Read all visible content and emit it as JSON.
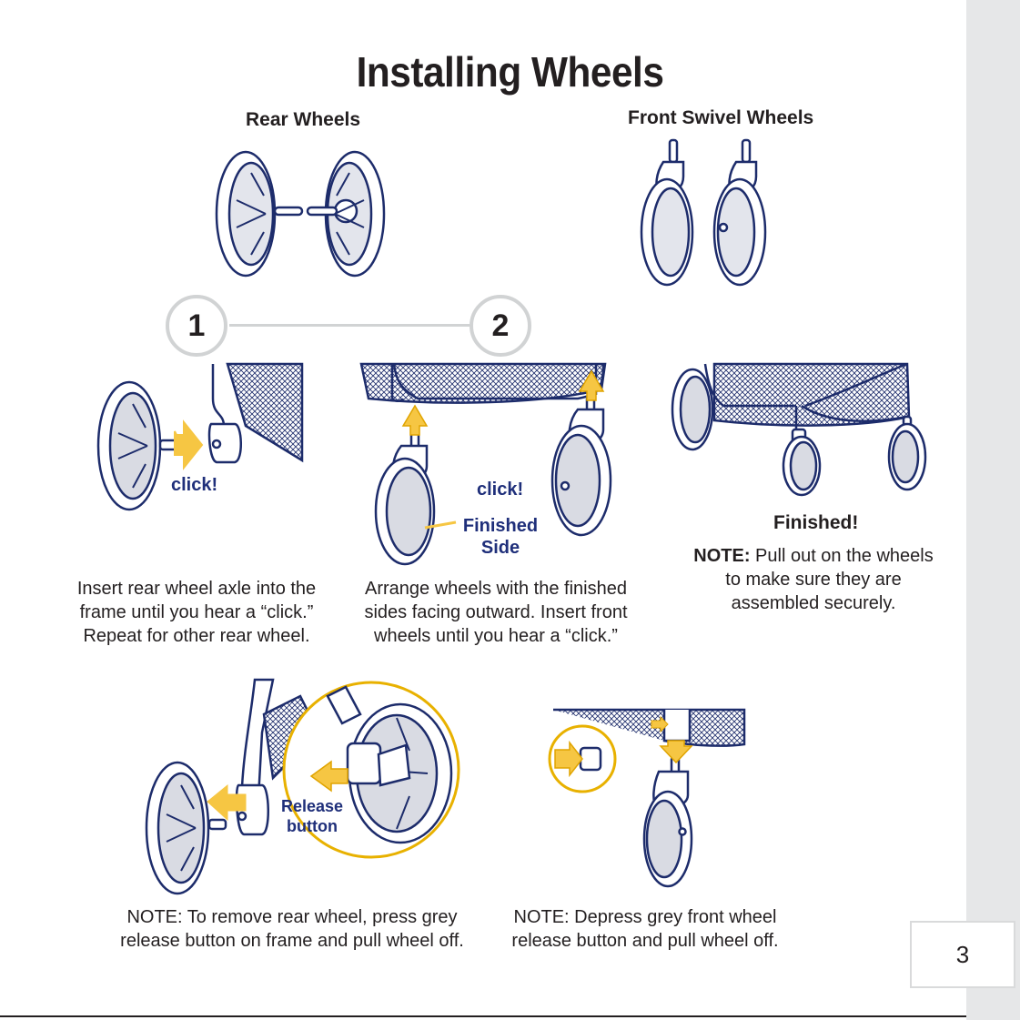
{
  "title": "Installing Wheels",
  "parts": {
    "rear_label": "Rear Wheels",
    "front_label": "Front Swivel Wheels"
  },
  "steps": [
    {
      "number": "1"
    },
    {
      "number": "2"
    }
  ],
  "callouts": {
    "click_1": "click!",
    "click_2": "click!",
    "finished_side": "Finished\nSide",
    "finished": "Finished!",
    "release_button": "Release\nbutton"
  },
  "instructions": {
    "step1": "Insert rear wheel axle into the frame until you hear a “click.” Repeat for other rear wheel.",
    "step2": "Arrange wheels with the finished sides facing outward. Insert front wheels until you hear a “click.”",
    "note_label": "NOTE:",
    "note_text": " Pull out on the wheels to make sure they are assembled securely."
  },
  "removal_notes": {
    "rear": "NOTE: To remove rear wheel, press grey release button on frame and pull wheel off.",
    "front": "NOTE: Depress grey front wheel release button and pull wheel off."
  },
  "page_number": "3",
  "colors": {
    "accent_yellow": "#f6c643",
    "accent_blue": "#1f2f7a",
    "wheel_grey": "#d9dbe3",
    "step_circle": "#d1d3d4"
  }
}
